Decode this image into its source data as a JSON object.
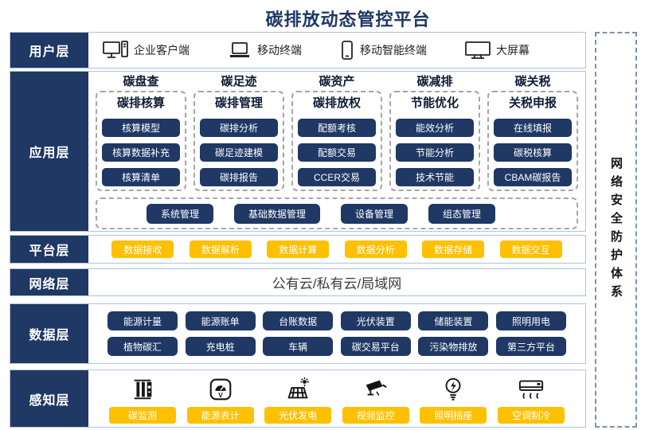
{
  "title": "碳排放动态管控平台",
  "palette": {
    "navy": "#1F3864",
    "yellow": "#FFC000",
    "rowborder": "#AFC3E1",
    "dash": "#A6A6A6",
    "secdash": "#7E92AE"
  },
  "security_panel": {
    "label": "网络安全防护体系"
  },
  "layers": {
    "user": {
      "label": "用户层",
      "items": [
        {
          "icon": "desktop-pc-icon",
          "label": "企业客户端"
        },
        {
          "icon": "laptop-icon",
          "label": "移动终端"
        },
        {
          "icon": "smartphone-icon",
          "label": "移动智能终端"
        },
        {
          "icon": "big-screen-icon",
          "label": "大屏幕"
        }
      ]
    },
    "app": {
      "label": "应用层",
      "columns": [
        {
          "category": "碳盘查",
          "module": "碳排核算",
          "items": [
            "核算模型",
            "核算数据补充",
            "核算清单"
          ]
        },
        {
          "category": "碳足迹",
          "module": "碳排管理",
          "items": [
            "碳排分析",
            "碳足迹建模",
            "碳排报告"
          ]
        },
        {
          "category": "碳资产",
          "module": "碳排放权",
          "items": [
            "配额考核",
            "配额交易",
            "CCER交易"
          ]
        },
        {
          "category": "碳减排",
          "module": "节能优化",
          "items": [
            "能效分析",
            "节能分析",
            "技术节能"
          ]
        },
        {
          "category": "碳关税",
          "module": "关税申报",
          "items": [
            "在线填报",
            "碳税核算",
            "CBAM碳报告"
          ]
        }
      ],
      "common": [
        "系统管理",
        "基础数据管理",
        "设备管理",
        "组态管理"
      ]
    },
    "platform": {
      "label": "平台层",
      "items": [
        "数据接收",
        "数据解析",
        "数据计算",
        "数据分析",
        "数据存储",
        "数据交互"
      ]
    },
    "network": {
      "label": "网络层",
      "text": "公有云/私有云/局域网"
    },
    "data": {
      "label": "数据层",
      "row1": [
        "能源计量",
        "能源账单",
        "台账数据",
        "光伏装置",
        "储能装置",
        "照明用电"
      ],
      "row2": [
        "植物碳汇",
        "充电桩",
        "车辆",
        "碳交易平台",
        "污染物排放",
        "第三方平台"
      ]
    },
    "sense": {
      "label": "感知层",
      "items": [
        {
          "icon": "carbon-monitor-icon",
          "label": "碳监测"
        },
        {
          "icon": "energy-meter-icon",
          "label": "能源表计"
        },
        {
          "icon": "solar-panel-icon",
          "label": "光伏发电"
        },
        {
          "icon": "cctv-camera-icon",
          "label": "视频监控"
        },
        {
          "icon": "light-bulb-icon",
          "label": "照明插座"
        },
        {
          "icon": "air-conditioner-icon",
          "label": "空调制冷"
        }
      ]
    }
  }
}
